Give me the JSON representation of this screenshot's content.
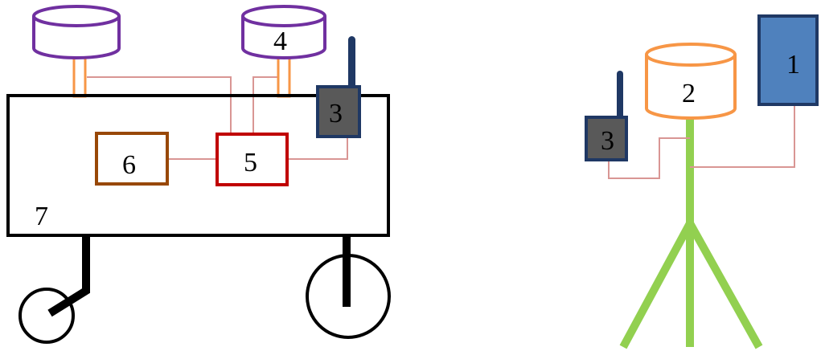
{
  "labels": {
    "sensor_4": "4",
    "controller_5": "5",
    "module_6": "6",
    "cart_7": "7",
    "antenna_3_cart": "3",
    "sensor_2": "2",
    "antenna_3_stand": "3",
    "box_1": "1"
  },
  "colors": {
    "cart_body": "#000000",
    "sensor_cylinder_purple": "#7030a0",
    "sensor_stem_orange": "#f79646",
    "controller_red": "#c00000",
    "module_brown": "#984807",
    "antenna_box_fill": "#595959",
    "antenna_border_navy": "#1f3864",
    "wire_pink": "#d99694",
    "stand_green": "#92d050",
    "box_1_fill": "#4f81bd",
    "box_1_border": "#1f3864",
    "sensor_2_orange": "#f79646",
    "wheel_black": "#000000"
  }
}
